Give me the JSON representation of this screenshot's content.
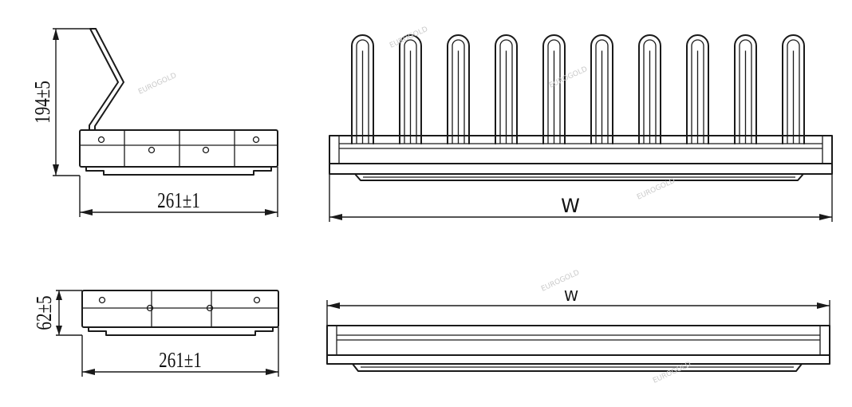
{
  "watermark": "EUROGOLD",
  "views": {
    "side_view_rack": {
      "height_label": "194±5",
      "depth_label": "261±1"
    },
    "front_view_rack": {
      "width_label": "W",
      "fingers": 10
    },
    "side_view_tray": {
      "height_label": "62±5",
      "depth_label": "261±1"
    },
    "front_view_tray": {
      "width_label": "W"
    }
  }
}
